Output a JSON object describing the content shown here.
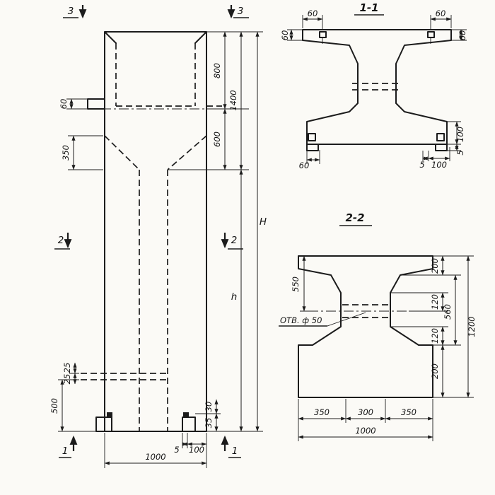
{
  "drawing": {
    "paper_color": "#fbfaf6",
    "ink_color": "#1c1c1c",
    "main": {
      "marker_3_left": "3",
      "marker_3_right": "3",
      "marker_2_left": "2",
      "marker_2_right": "2",
      "marker_1_left": "1",
      "marker_1_right": "1",
      "dim_console_60": "60",
      "dim_taper_350": "350",
      "dim_800": "800",
      "dim_600": "600",
      "dim_1400": "1400",
      "dim_H": "H",
      "dim_h": "h",
      "dim_25_a": "25",
      "dim_25_b": "25",
      "dim_500": "500",
      "dim_30": "30",
      "dim_35": "35",
      "dim_5": "5",
      "dim_100": "100",
      "dim_1000": "1000"
    },
    "section_1_1": {
      "title": "1-1",
      "dim_60_top_left": "60",
      "dim_60_left": "60",
      "dim_60_top_right": "60",
      "dim_60_right": "60",
      "dim_60_bottom_left": "60",
      "dim_100_right": "100",
      "dim_5_right": "5",
      "dim_5_bottom": "5",
      "dim_100_bottom": "100"
    },
    "section_2_2": {
      "title": "2-2",
      "dim_550": "550",
      "dim_200_top": "200",
      "dim_120_top": "120",
      "dim_560": "560",
      "dim_120_bottom": "120",
      "dim_200_bottom": "200",
      "dim_1200": "1200",
      "dim_350_left": "350",
      "dim_300": "300",
      "dim_350_right": "350",
      "dim_1000": "1000",
      "hole_label": "ОТВ. ф 50"
    }
  }
}
